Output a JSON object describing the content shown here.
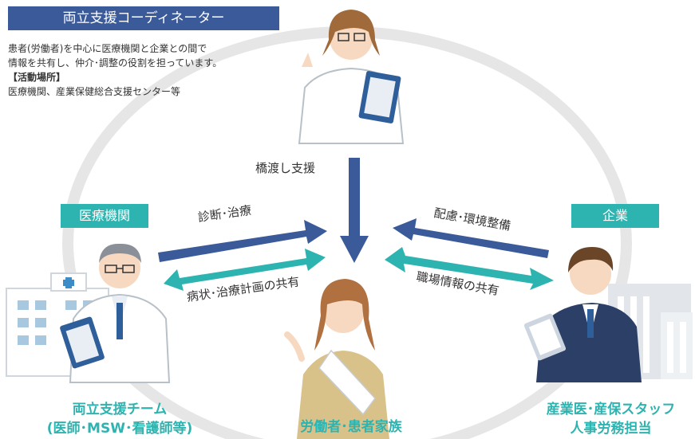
{
  "coordinator": {
    "title": "両立支援コーディネーター",
    "description_line1": "患者(労働者)を中心に医療機関と企業との間で",
    "description_line2": "情報を共有し、仲介･調整の役割を担っています。",
    "activity_heading": "【活動場所】",
    "activity_places": "医療機関、産業保健総合支援センター等"
  },
  "flows": {
    "bridge": "橋渡し支援",
    "diagnosis": "診断･治療",
    "condition_sharing": "病状･治療計画の共有",
    "consideration": "配慮･環境整備",
    "workplace_sharing": "職場情報の共有"
  },
  "tags": {
    "medical": "医療機関",
    "company": "企業"
  },
  "captions": {
    "medical_team_line1": "両立支援チーム",
    "medical_team_line2": "(医師･MSW･看護師等)",
    "worker": "労働者･患者家族",
    "company_line1": "産業医･産保スタッフ",
    "company_line2": "人事労務担当"
  },
  "colors": {
    "navy": "#3a5a99",
    "teal": "#2eb4b0",
    "ellipse": "#e6e6e6"
  },
  "icons": [
    "nurse-coordinator-icon",
    "hospital-building-icon",
    "doctor-icon",
    "patient-icon",
    "office-building-icon",
    "businessman-icon"
  ]
}
